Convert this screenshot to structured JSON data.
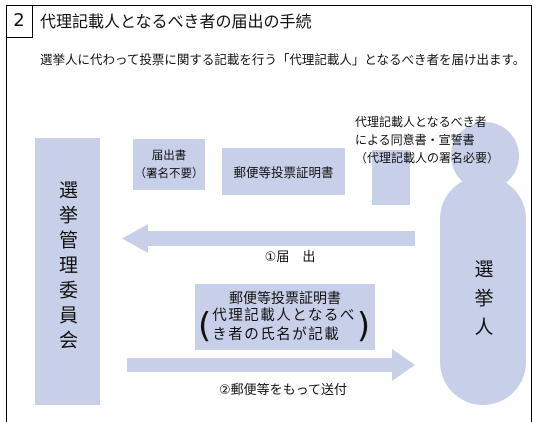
{
  "section": {
    "number": "2",
    "title": "代理記載人となるべき者の届出の手続"
  },
  "description": "選挙人に代わって投票に関する記載を行う「代理記載人」となるべき者を届け出ます。",
  "diagram": {
    "election_committee": "選挙管理委員会",
    "voter": "選挙人",
    "notification_form": {
      "line1": "届出書",
      "line2": "（署名不要）"
    },
    "postal_voting_certificate": "郵便等投票証明書",
    "consent_documents": {
      "line1": "代理記載人となるべき者",
      "line2": "による同意書・宣誓書",
      "line3": "（代理記載人の署名必要）"
    },
    "steps": [
      {
        "label": "①届　出",
        "icon": "arrow-left-icon"
      },
      {
        "label": "②郵便等をもって送付",
        "icon": "arrow-right-icon"
      }
    ],
    "mailed_certificate": {
      "title": "郵便等投票証明書",
      "open_paren": "(",
      "note_line1": "代理記載人となるべ",
      "note_line2": "き者の氏名が記載",
      "close_paren": ")"
    },
    "voter_icon": "person-icon"
  },
  "colors": {
    "shape_fill": "#c8cfe8",
    "text": "#111111",
    "frame": "#000000"
  }
}
